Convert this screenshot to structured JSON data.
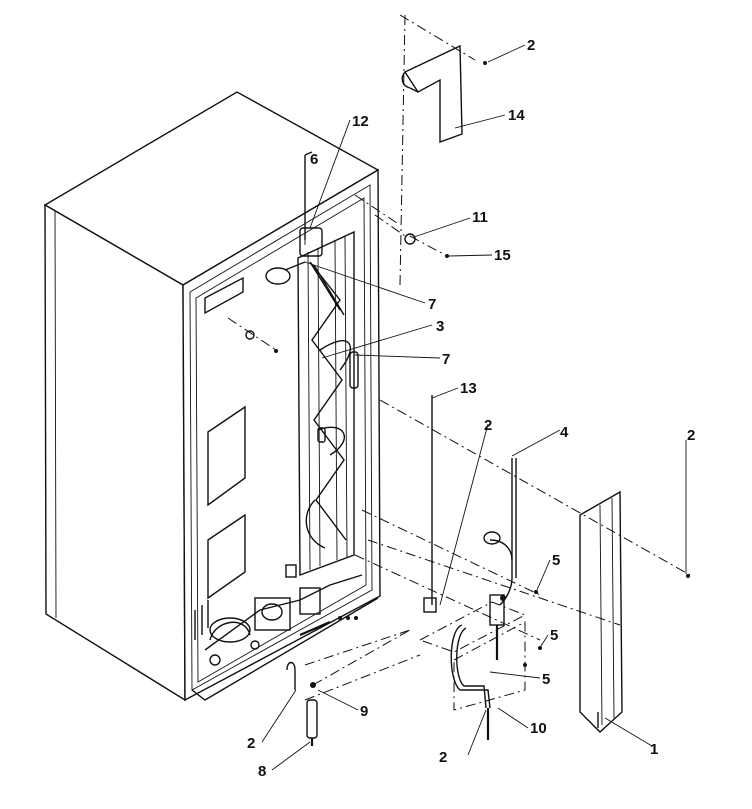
{
  "callouts": [
    {
      "id": "c1",
      "label": "1"
    },
    {
      "id": "c2a",
      "label": "2"
    },
    {
      "id": "c2b",
      "label": "2"
    },
    {
      "id": "c2c",
      "label": "2"
    },
    {
      "id": "c2d",
      "label": "2"
    },
    {
      "id": "c2e",
      "label": "2"
    },
    {
      "id": "c2f",
      "label": "2"
    },
    {
      "id": "c3",
      "label": "3"
    },
    {
      "id": "c4",
      "label": "4"
    },
    {
      "id": "c5a",
      "label": "5"
    },
    {
      "id": "c5b",
      "label": "5"
    },
    {
      "id": "c5c",
      "label": "5"
    },
    {
      "id": "c6",
      "label": "6"
    },
    {
      "id": "c7a",
      "label": "7"
    },
    {
      "id": "c7b",
      "label": "7"
    },
    {
      "id": "c8",
      "label": "8"
    },
    {
      "id": "c9",
      "label": "9"
    },
    {
      "id": "c10",
      "label": "10"
    },
    {
      "id": "c11",
      "label": "11"
    },
    {
      "id": "c12",
      "label": "12"
    },
    {
      "id": "c13",
      "label": "13"
    },
    {
      "id": "c14",
      "label": "14"
    },
    {
      "id": "c15",
      "label": "15"
    }
  ]
}
